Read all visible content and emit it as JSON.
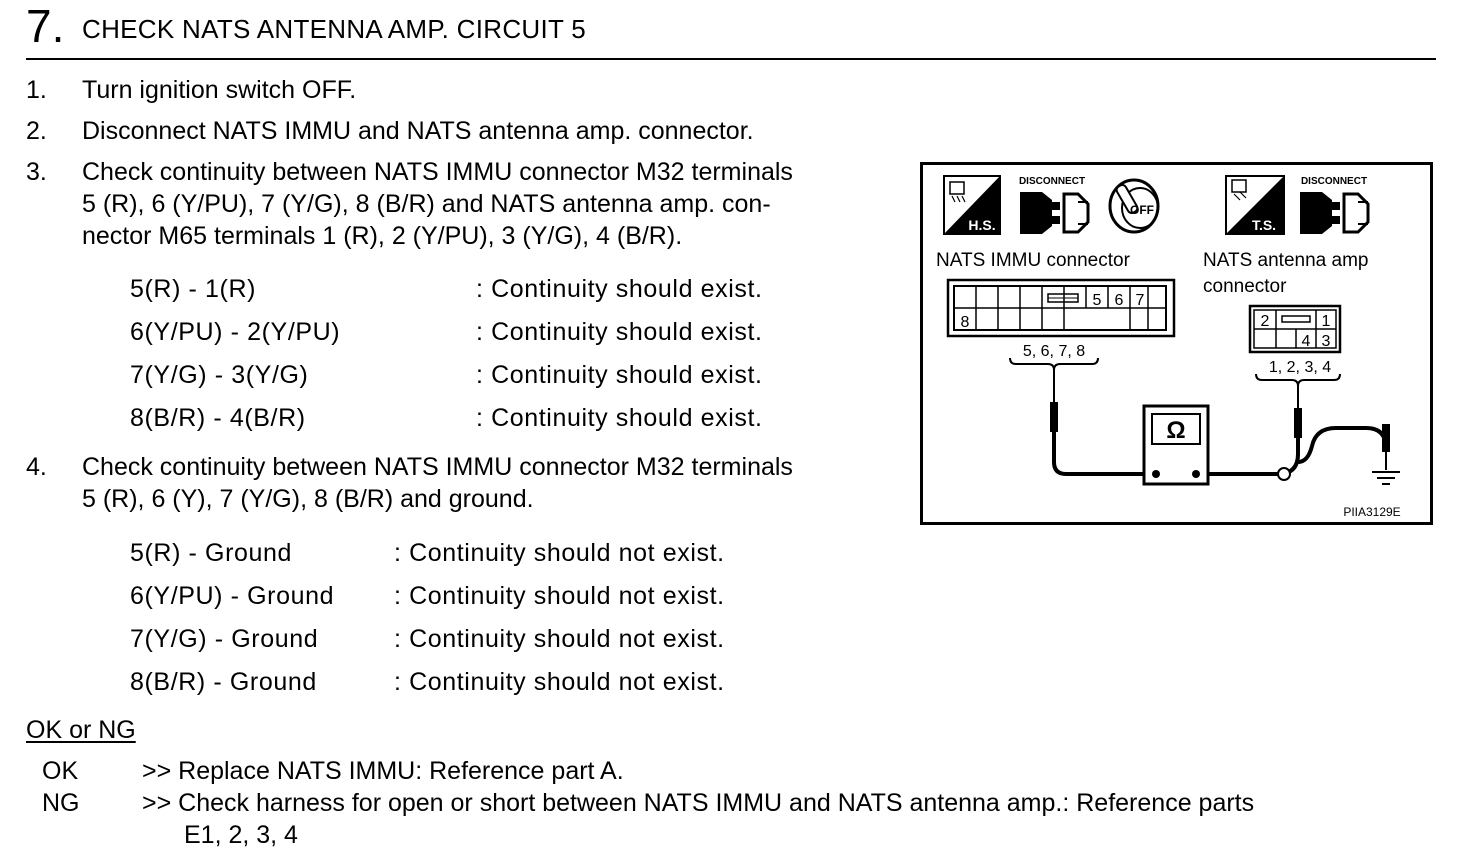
{
  "header": {
    "step_number": "7.",
    "title": "CHECK NATS ANTENNA AMP. CIRCUIT 5"
  },
  "steps": [
    {
      "num": "1.",
      "lines": [
        "Turn ignition switch OFF."
      ]
    },
    {
      "num": "2.",
      "lines": [
        "Disconnect NATS IMMU and NATS antenna amp. connector."
      ]
    },
    {
      "num": "3.",
      "lines": [
        "Check continuity between NATS IMMU connector M32 terminals",
        "5 (R), 6 (Y/PU), 7 (Y/G), 8 (B/R) and   NATS antenna amp. con-",
        "nector M65 terminals 1 (R), 2 (Y/PU), 3 (Y/G), 4 (B/R)."
      ]
    },
    {
      "num": "4.",
      "lines": [
        "Check continuity between NATS IMMU connector M32 terminals",
        "5 (R), 6 (Y), 7 (Y/G), 8 (B/R) and   ground."
      ]
    }
  ],
  "table1": [
    {
      "pair": "5(R) - 1(R)",
      "result": ": Continuity should exist."
    },
    {
      "pair": "6(Y/PU) - 2(Y/PU)",
      "result": ": Continuity should exist."
    },
    {
      "pair": "7(Y/G) - 3(Y/G)",
      "result": ": Continuity should exist."
    },
    {
      "pair": "8(B/R) - 4(B/R)",
      "result": ": Continuity should exist."
    }
  ],
  "table2": [
    {
      "pair": "5(R) - Ground",
      "result": ": Continuity should not exist."
    },
    {
      "pair": "6(Y/PU) - Ground",
      "result": ": Continuity should not exist."
    },
    {
      "pair": "7(Y/G) - Ground",
      "result": ": Continuity should not exist."
    },
    {
      "pair": "8(B/R) - Ground",
      "result": ": Continuity should not exist."
    }
  ],
  "result": {
    "heading": "OK or NG",
    "ok_label": "OK",
    "ok_text": ">> Replace NATS IMMU: Reference part A.",
    "ng_label": "NG",
    "ng_text": ">> Check harness for open or short between NATS IMMU and NATS antenna amp.: Reference parts",
    "ng_text_2": "E1, 2, 3, 4"
  },
  "diagram": {
    "disconnect_label": "DISCONNECT",
    "hs_badge": "H.S.",
    "ts_badge": "T.S.",
    "off_label": "OFF",
    "immu_label": "NATS IMMU connector",
    "amp_label_1": "NATS antenna amp",
    "amp_label_2": "connector",
    "immu_pins_top": [
      "5",
      "6",
      "7"
    ],
    "immu_pin_bottom": "8",
    "amp_pins_top": [
      "2",
      "1"
    ],
    "amp_pins_bottom": [
      "4",
      "3"
    ],
    "immu_terminals": "5, 6, 7, 8",
    "amp_terminals": "1, 2, 3, 4",
    "meter_symbol": "Ω",
    "figure_code": "PIIA3129E"
  }
}
